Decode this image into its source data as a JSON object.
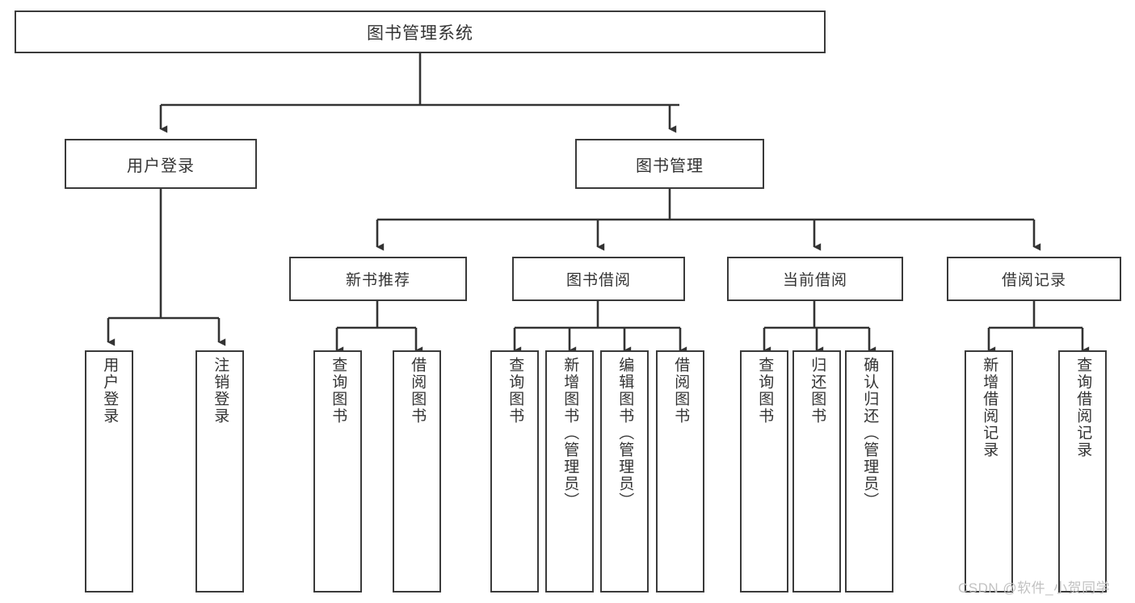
{
  "diagram": {
    "title": "图书管理系统",
    "root": {
      "label": "图书管理系统"
    },
    "level1": [
      {
        "label": "用户登录"
      },
      {
        "label": "图书管理"
      }
    ],
    "level2": [
      {
        "label": "新书推荐"
      },
      {
        "label": "图书借阅"
      },
      {
        "label": "当前借阅"
      },
      {
        "label": "借阅记录"
      }
    ],
    "leaves": {
      "user_login": [
        {
          "label": "用户登录"
        },
        {
          "label": "注销登录"
        }
      ],
      "new_book_recommend": [
        {
          "label": "查询图书"
        },
        {
          "label": "借阅图书"
        }
      ],
      "book_borrow": [
        {
          "label": "查询图书"
        },
        {
          "label": "新增图书（管理员）"
        },
        {
          "label": "编辑图书（管理员）"
        },
        {
          "label": "借阅图书"
        }
      ],
      "current_borrow": [
        {
          "label": "查询图书"
        },
        {
          "label": "归还图书"
        },
        {
          "label": "确认归还（管理员）"
        }
      ],
      "borrow_record": [
        {
          "label": "新增借阅记录"
        },
        {
          "label": "查询借阅记录"
        }
      ]
    }
  },
  "watermark": {
    "text": "CSDN @软件_小贺同学"
  },
  "colors": {
    "background": "#ffffff",
    "border": "#3a3a3a",
    "text": "#333333",
    "edge": "#333333",
    "watermark": "#c2c2c2"
  }
}
